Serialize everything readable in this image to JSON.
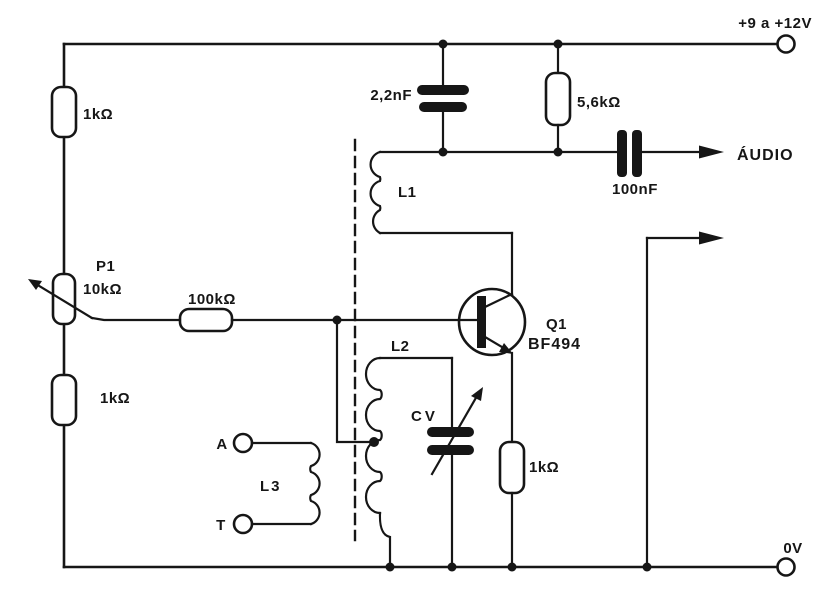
{
  "colors": {
    "ink": "#161616",
    "paper": "#ffffff"
  },
  "power_rail": {
    "positive_label": "+9 a +12V",
    "ground_label": "0V"
  },
  "audio_output": {
    "label": "ÁUDIO"
  },
  "resistors": {
    "top_left": "1kΩ",
    "bottom_left": "1kΩ",
    "base": "100kΩ",
    "collector_load": "5,6kΩ",
    "emitter": "1kΩ"
  },
  "potentiometer": {
    "name": "P1",
    "value": "10kΩ"
  },
  "capacitors": {
    "bypass": "2,2nF",
    "audio_coupling": "100nF",
    "tuning": "CV"
  },
  "inductors": {
    "l1": "L1",
    "l2": "L2",
    "l3": "L3"
  },
  "transistor": {
    "name": "Q1",
    "part": "BF494"
  },
  "antenna_terminals": {
    "a": "A",
    "t": "T"
  }
}
